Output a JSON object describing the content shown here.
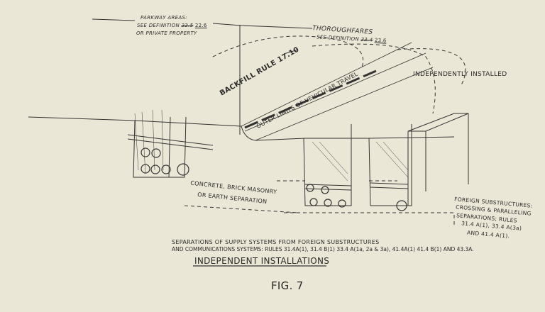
{
  "labels": {
    "parkway_line1": "PARKWAY AREAS:",
    "parkway_line2": "SEE DEFINITION",
    "parkway_old_ref": "22.5",
    "parkway_new_ref": "22.6",
    "parkway_line3": "OR PRIVATE PROPERTY",
    "thoroughfares_line1": "THOROUGHFARES",
    "thoroughfares_line2": "SEE DEFINITION",
    "thoroughfares_old_ref": "23.4",
    "thoroughfares_new_ref": "23.6",
    "backfill": "BACKFILL RULE 17.10",
    "outer_limits": "OUTER LIMITS OF VEHICULAR TRAVEL",
    "independently": "INDEPENDENTLY INSTALLED",
    "concrete_line1": "CONCRETE, BRICK MASONRY",
    "concrete_line2": "OR EARTH SEPARATION",
    "foreign_line1": "FOREIGN SUBSTRUCTURES:",
    "foreign_line2": "CROSSING & PARALLELING",
    "foreign_line3": "SEPARATIONS; RULES",
    "foreign_line4": "31.4 A(1), 33.4 A(3a)",
    "foreign_line5": "AND 41.4 A(1)."
  },
  "caption": {
    "line1": "SEPARATIONS OF SUPPLY SYSTEMS FROM FOREIGN SUBSTRUCTURES",
    "line2": "AND COMMUNICATIONS SYSTEMS: RULES 31.4A(1), 31.4 B(1) 33.4 A(1a, 2a & 3a), 41.4A(1) 41.4 B(1) AND 43.3A.",
    "title": "INDEPENDENT INSTALLATIONS",
    "figure": "FIG. 7"
  }
}
